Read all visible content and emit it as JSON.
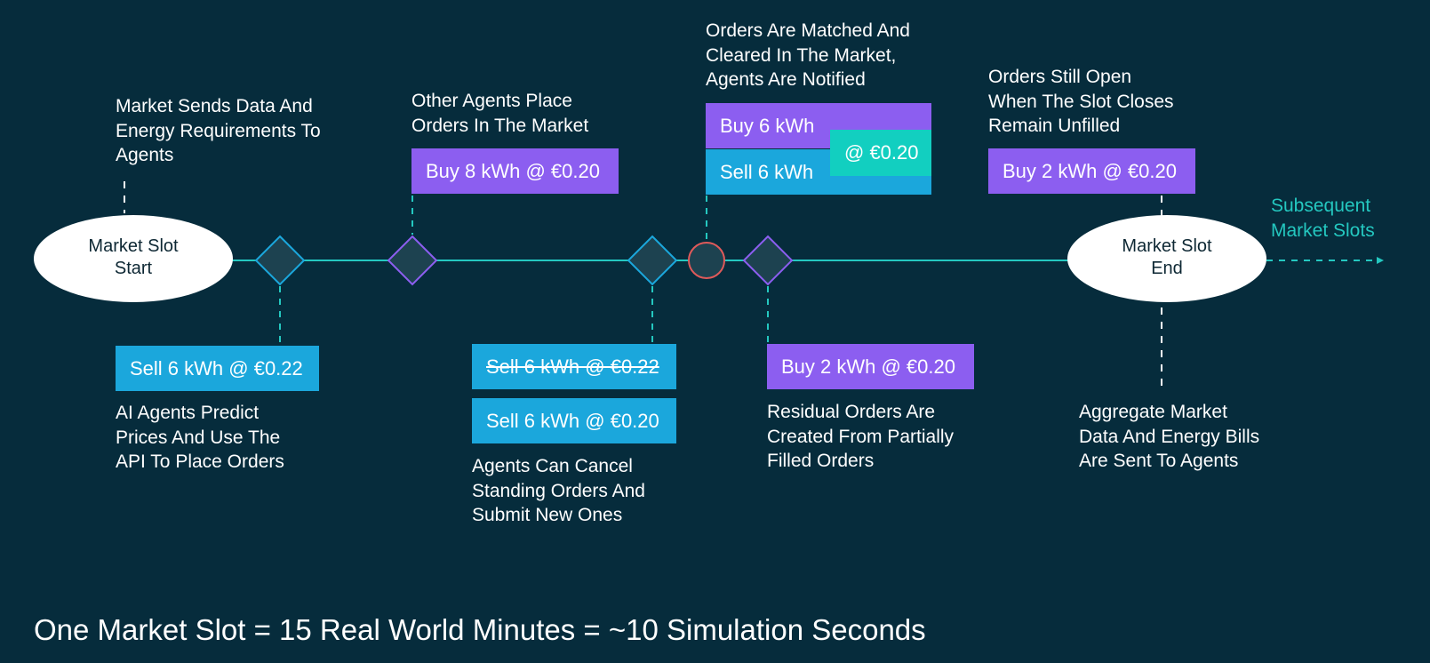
{
  "colors": {
    "background": "#062c3c",
    "timeline": "#24c8c0",
    "buy": "#8c5ef0",
    "sell": "#1ba7dc",
    "match": "#12cfc0",
    "clear_circle": "#e05a5a"
  },
  "timeline": {
    "start_label": "Market Slot\nStart",
    "end_label": "Market Slot\nEnd",
    "subsequent_label": "Subsequent\nMarket Slots"
  },
  "events": {
    "market_sends": "Market Sends Data And\nEnergy Requirements To\nAgents",
    "ai_agents": "AI Agents Predict\nPrices And Use The\nAPI To Place Orders",
    "other_agents": "Other Agents Place\nOrders In The Market",
    "cancel": "Agents Can Cancel\nStanding Orders And\nSubmit New Ones",
    "matched": "Orders Are Matched And\nCleared In The Market,\nAgents Are Notified",
    "residual": "Residual Orders Are\nCreated From Partially\nFilled Orders",
    "still_open": "Orders Still Open\nWhen The Slot Closes\nRemain Unfilled",
    "aggregate": "Aggregate Market\nData And Energy Bills\nAre Sent To Agents"
  },
  "orders": {
    "sell_022": "Sell 6 kWh @ €0.22",
    "buy_8": "Buy 8 kWh @ €0.20",
    "sell_022_cancelled": "Sell 6 kWh @ €0.22",
    "sell_020": "Sell 6 kWh @ €0.20",
    "match_buy": "Buy 6 kWh",
    "match_sell": "Sell 6 kWh",
    "match_price": "@ €0.20",
    "residual_buy": "Buy 2 kWh @ €0.20",
    "open_buy": "Buy 2 kWh @ €0.20"
  },
  "footer": "One Market Slot = 15 Real World Minutes = ~10 Simulation Seconds"
}
